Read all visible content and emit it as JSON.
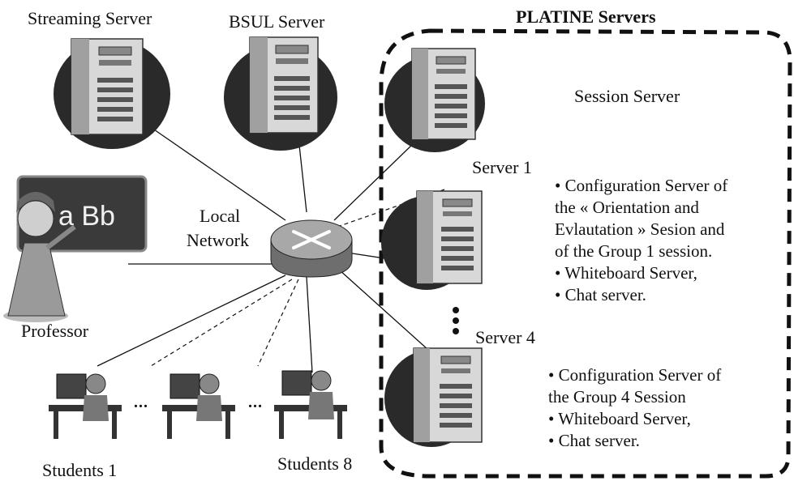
{
  "labels": {
    "streaming_server": "Streaming Server",
    "bsul_server": "BSUL Server",
    "platine_servers": "PLATINE Servers",
    "session_server": "Session Server",
    "server_1": "Server 1",
    "server_4": "Server 4",
    "local_network_1": "Local",
    "local_network_2": "Network",
    "professor": "Professor",
    "students_1": "Students 1",
    "students_8": "Students 8",
    "ellipsis": "..."
  },
  "server1_desc": [
    "• Configuration Server of",
    "the « Orientation and",
    "Evlautation » Sesion  and",
    "of the Group 1 session.",
    "• Whiteboard Server,",
    "• Chat server."
  ],
  "server4_desc": [
    "• Configuration Server of",
    "the Group 4 Session",
    "• Whiteboard Server,",
    "• Chat server."
  ],
  "board_text": "a Bb",
  "colors": {
    "line": "#111111",
    "shadow": "#2a2a2a",
    "server_body": "#d8d8d8",
    "server_dark": "#555555",
    "router": "#9a9a9a",
    "board": "#3a3a3a"
  }
}
